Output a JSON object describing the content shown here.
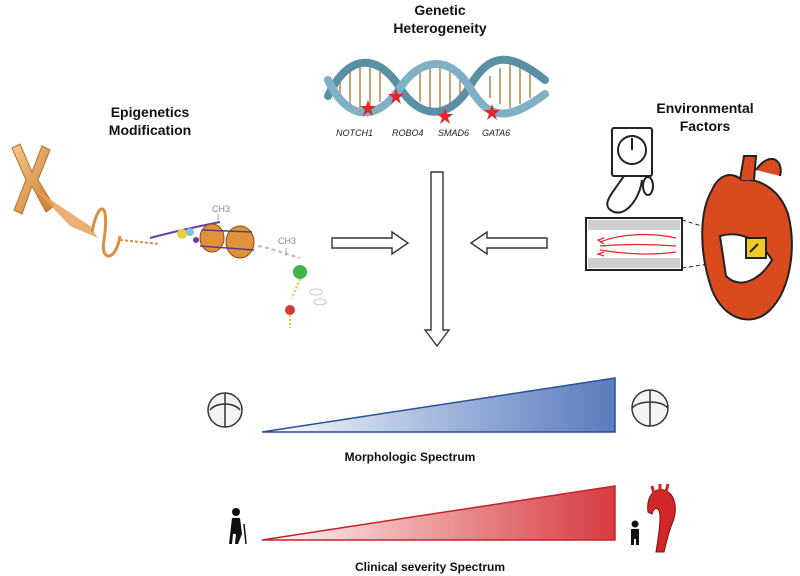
{
  "labels": {
    "genetic_line1": "Genetic",
    "genetic_line2": "Heterogeneity",
    "epigenetic_line1": "Epigenetics",
    "epigenetic_line2": "Modification",
    "environmental_line1": "Environmental",
    "environmental_line2": "Factors",
    "morphologic": "Morphologic Spectrum",
    "clinical": "Clinical severity Spectrum"
  },
  "genes": [
    "NOTCH1",
    "ROBO4",
    "SMAD6",
    "GATA6"
  ],
  "methyl_labels": [
    "CH3",
    "CH3"
  ],
  "colors": {
    "dna_backbone": "#5b8fa3",
    "dna_rungs": "#c9a27a",
    "mutation_star": "#e3262b",
    "chromosome": "#e7a25a",
    "heart": "#d94a1e",
    "morph_gradient": "#3d66b3",
    "clinical_gradient": "#d3262b"
  }
}
